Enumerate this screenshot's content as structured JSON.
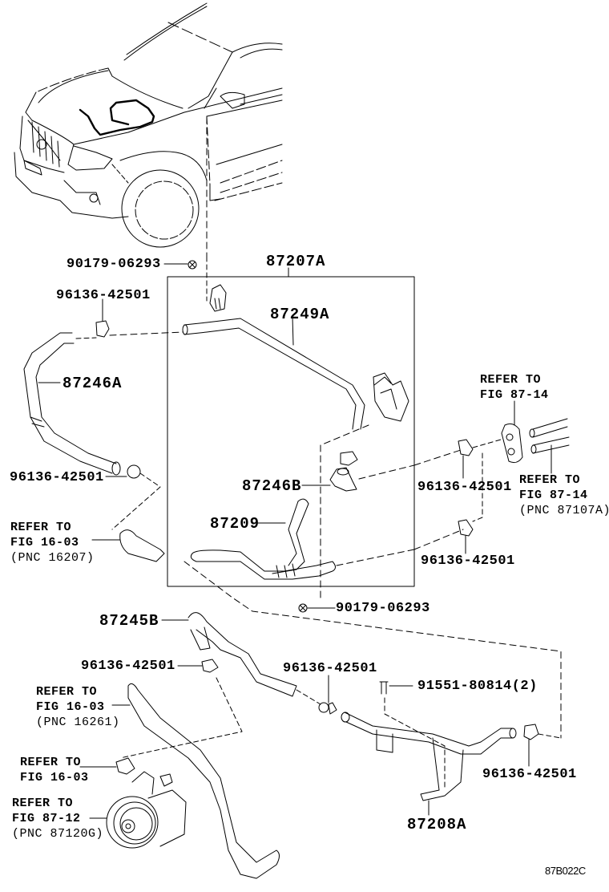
{
  "diagram": {
    "type": "exploded parts diagram",
    "subject": "Vehicle front with heater/water hose routing",
    "figure_code": "87B022C",
    "assembly": {
      "part_no": "87207A"
    },
    "parts": [
      {
        "id": "p90179a",
        "part_no": "90179-06293"
      },
      {
        "id": "p87207a",
        "part_no": "87207A"
      },
      {
        "id": "p96136a",
        "part_no": "96136-42501"
      },
      {
        "id": "p87249a",
        "part_no": "87249A"
      },
      {
        "id": "p87246a",
        "part_no": "87246A"
      },
      {
        "id": "p96136b",
        "part_no": "96136-42501"
      },
      {
        "id": "p87246b",
        "part_no": "87246B"
      },
      {
        "id": "p87209",
        "part_no": "87209"
      },
      {
        "id": "p96136c",
        "part_no": "96136-42501"
      },
      {
        "id": "p96136d",
        "part_no": "96136-42501"
      },
      {
        "id": "p90179b",
        "part_no": "90179-06293"
      },
      {
        "id": "p87245b",
        "part_no": "87245B"
      },
      {
        "id": "p96136e",
        "part_no": "96136-42501"
      },
      {
        "id": "p96136f",
        "part_no": "96136-42501"
      },
      {
        "id": "p91551",
        "part_no": "91551-80814(2)"
      },
      {
        "id": "p96136g",
        "part_no": "96136-42501"
      },
      {
        "id": "p87208a",
        "part_no": "87208A"
      }
    ],
    "references": [
      {
        "id": "r1",
        "line1": "REFER TO",
        "line2": "FIG 87-14",
        "line3": ""
      },
      {
        "id": "r2",
        "line1": "REFER TO",
        "line2": "FIG 87-14",
        "line3": "(PNC 87107A)"
      },
      {
        "id": "r3",
        "line1": "REFER TO",
        "line2": "FIG 16-03",
        "line3": "(PNC 16207)"
      },
      {
        "id": "r4",
        "line1": "REFER TO",
        "line2": "FIG 16-03",
        "line3": "(PNC 16261)"
      },
      {
        "id": "r5",
        "line1": "REFER TO",
        "line2": "FIG 16-03",
        "line3": ""
      },
      {
        "id": "r6",
        "line1": "REFER TO",
        "line2": "FIG 87-12",
        "line3": "(PNC 87120G)"
      }
    ]
  }
}
